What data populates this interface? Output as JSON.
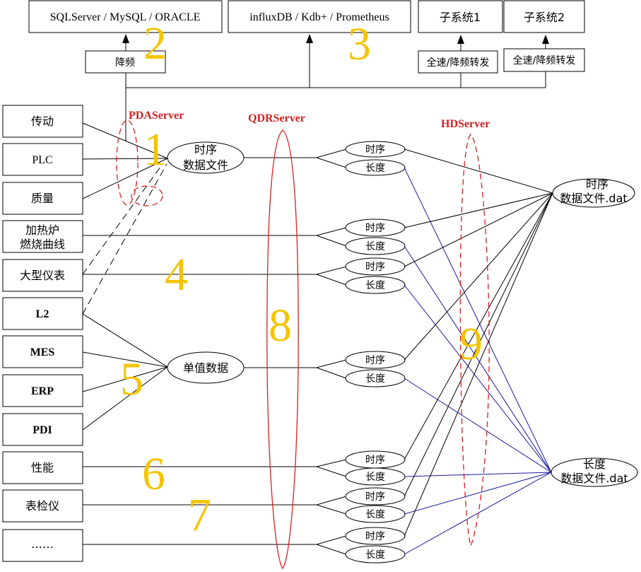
{
  "top_targets": {
    "relational_db": "SQLServer / MySQL / ORACLE",
    "tsdb": "influxDB / Kdb+ / Prometheus",
    "subsystem1": "子系统1",
    "subsystem2": "子系统2",
    "downsample": "降频",
    "forward1": "全速/降频转发",
    "forward2": "全速/降频转发"
  },
  "servers": {
    "pda": "PDAServer",
    "qdr": "QDRServer",
    "hd": "HDServer"
  },
  "sources": [
    {
      "label": "传动"
    },
    {
      "label": "PLC"
    },
    {
      "label": "质量"
    },
    {
      "label": "加热炉",
      "label2": "燃烧曲线"
    },
    {
      "label": "大型仪表"
    },
    {
      "label": "L2"
    },
    {
      "label": "MES"
    },
    {
      "label": "ERP"
    },
    {
      "label": "PDI"
    },
    {
      "label": "性能"
    },
    {
      "label": "表检仪"
    },
    {
      "label": "……"
    }
  ],
  "hubs": {
    "timeseries_file_line1": "时序",
    "timeseries_file_line2": "数据文件",
    "single_value": "单值数据"
  },
  "splits": {
    "time": "时序",
    "length": "长度"
  },
  "outputs": {
    "time_dat_line1": "时序",
    "time_dat_line2": "数据文件.dat",
    "length_dat_line1": "长度",
    "length_dat_line2": "数据文件.dat"
  },
  "markers": [
    "1",
    "2",
    "3",
    "4",
    "5",
    "6",
    "7",
    "8",
    "9"
  ],
  "colors": {
    "server_label": "#d42020",
    "marker": "#f5c400",
    "length_link": "#1a1aa0"
  }
}
